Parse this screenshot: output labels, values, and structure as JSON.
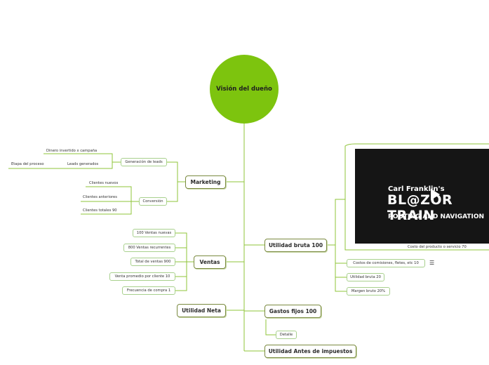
{
  "root": {
    "label": "Visión del dueño"
  },
  "colors": {
    "root_fill": "#7dc40e",
    "connector": "#8fc43a",
    "leaf_line": "#b5dd8f",
    "main_border": "#7a8a40"
  },
  "branches": {
    "marketing": {
      "label": "Marketing",
      "generacion": {
        "label": "Generación de leads",
        "dinero": "Dinero invertido x campaña",
        "leads": "Leads generados",
        "etapa": "Etapa del proceso"
      },
      "conversion": {
        "label": "Conversión",
        "nuevos": "Clientes nuevos",
        "anteriores": "Clientes anteriores",
        "totales": "Clientes totales 90"
      }
    },
    "ventas": {
      "label": "Ventas",
      "items": [
        "100 Ventas nuevas",
        "800 Ventas recurrentes",
        "Total de ventas 900",
        "Venta promedio por cliente 10",
        "Frecuencia de compra 1"
      ]
    },
    "utilidad_neta": {
      "label": "Utilidad Neta"
    },
    "utilidad_bruta": {
      "label": "Utilidad bruta 100",
      "costo": "Costo del producto o servicio 70",
      "comisiones": "Costos de comisiones, fletes, etc 10",
      "bruta": "Utilidad bruta 20",
      "margen": "Margen bruto 20%",
      "video": {
        "line1": "Carl Franklin's",
        "line2": "BL@ZOR TRAIN",
        "line3": "ROUTING AND NAVIGATION"
      },
      "note_icon": "note-icon"
    },
    "gastos_fijos": {
      "label": "Gastos fijos 100",
      "detalle": "Detalle"
    },
    "antes_impuestos": {
      "label": "Utilidad Antes de impuestos"
    }
  }
}
